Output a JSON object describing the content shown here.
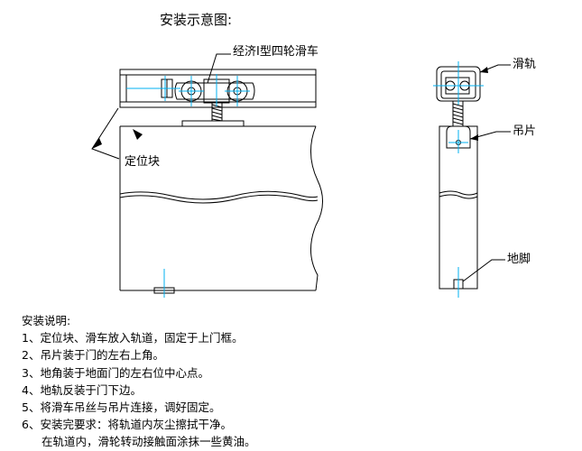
{
  "title": "安装示意图:",
  "labels": {
    "wheel_carriage": "经济I型四轮滑车",
    "positioning_block": "定位块",
    "track": "滑轨",
    "hanger": "吊片",
    "foot": "地脚"
  },
  "notes": {
    "heading": "安装说明:",
    "items": [
      "1、定位块、滑车放入轨道，固定于上门框。",
      "2、吊片装于门的左右上角。",
      "3、地角装于地面门的左右位中心点。",
      "4、地轨反装于门下边。",
      "5、将滑车吊丝与吊片连接，调好固定。",
      "6、安装完要求：将轨道内灰尘擦拭干净。",
      "在轨道内，滑轮转动接触面涂抹一些黄油。"
    ]
  },
  "colors": {
    "line": "#000000",
    "centerline": "#00b0f0"
  }
}
